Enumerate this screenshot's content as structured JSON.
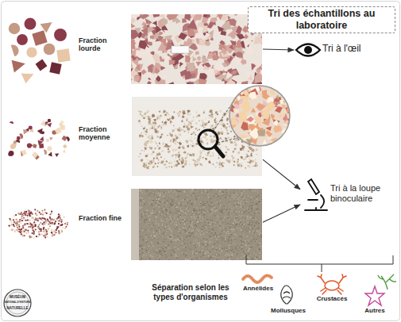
{
  "diagram": {
    "title": "Tri des échantillons au laboratoire",
    "nodes": [
      {
        "text": [
          "Fraction lourde"
        ]
      },
      {
        "text": [
          "Fraction moyenne"
        ]
      },
      {
        "text": [
          "Fraction fine"
        ]
      },
      {
        "text": [
          "Tri à l'œil"
        ]
      },
      {
        "text": [
          "Tri à la loupe binoculaire"
        ]
      }
    ],
    "edges": [
      {
        "from": 0,
        "to": 3,
        "arrow": "to"
      },
      {
        "from": 1,
        "to": 4,
        "arrow": "to"
      },
      {
        "from": 2,
        "to": 4,
        "arrow": "to"
      }
    ],
    "labels": [
      "Séparation selon les types d'organismes",
      "Annélides",
      "Mollusques",
      "Crustacés",
      "Autres",
      "MUSÉUM",
      "NATIONAL D'HISTOIRE",
      "NATURELLE"
    ]
  }
}
